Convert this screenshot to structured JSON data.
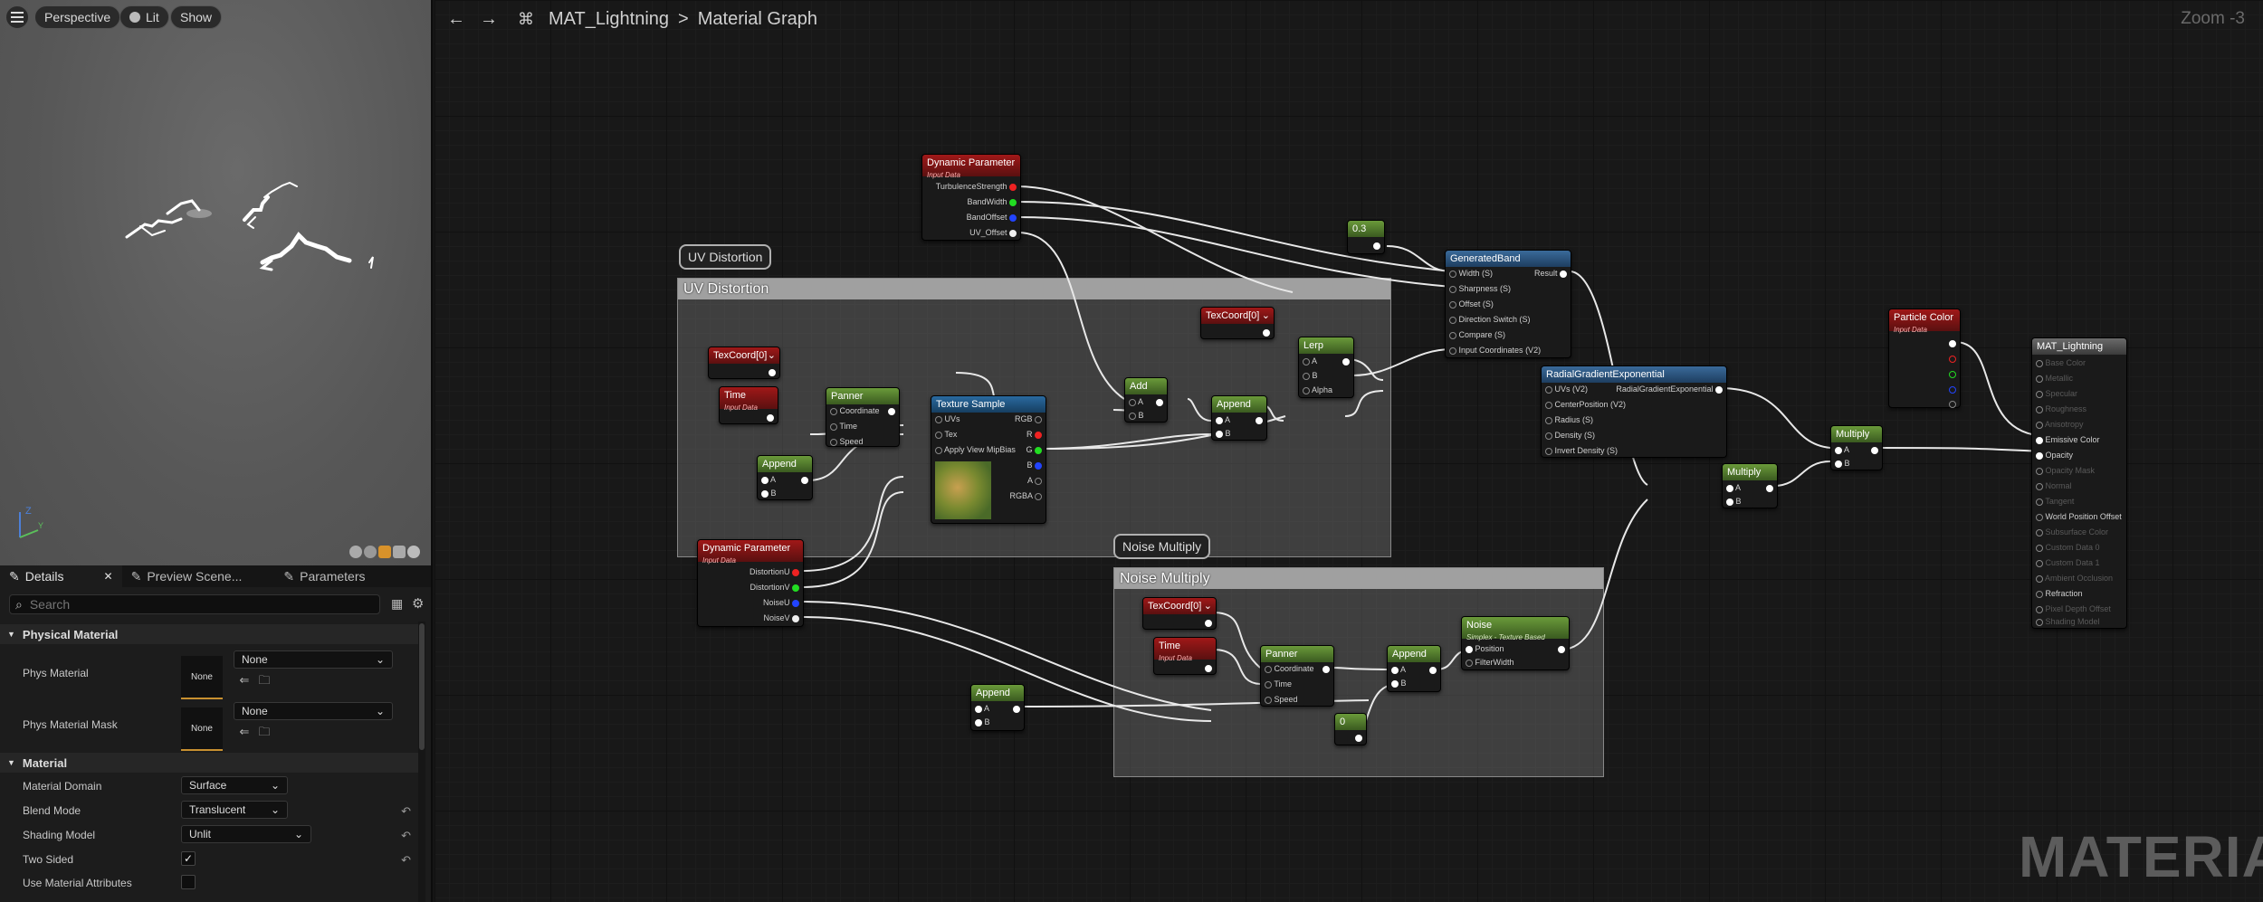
{
  "viewport": {
    "menu_icon": "hamburger-icon",
    "perspective_label": "Perspective",
    "lit_label": "Lit",
    "show_label": "Show",
    "axis_z": "Z",
    "axis_y": "Y"
  },
  "details": {
    "tabs": [
      {
        "label": "Details",
        "icon": "pencil-icon"
      },
      {
        "label": "Preview Scene...",
        "icon": "pencil-icon"
      },
      {
        "label": "Parameters",
        "icon": "pencil-icon"
      }
    ],
    "search_placeholder": "Search",
    "categories": {
      "physical_material": "Physical Material",
      "material": "Material"
    },
    "phys_material": {
      "label": "Phys Material",
      "thumb": "None",
      "value": "None"
    },
    "phys_material_mask": {
      "label": "Phys Material Mask",
      "thumb": "None",
      "value": "None"
    },
    "material_domain": {
      "label": "Material Domain",
      "value": "Surface"
    },
    "blend_mode": {
      "label": "Blend Mode",
      "value": "Translucent"
    },
    "shading_model": {
      "label": "Shading Model",
      "value": "Unlit"
    },
    "two_sided": {
      "label": "Two Sided",
      "checked": true,
      "check": "✓"
    },
    "use_material_attributes": {
      "label": "Use Material Attributes",
      "checked": false
    }
  },
  "graph": {
    "material_name": "MAT_Lightning",
    "breadcrumb_sep": ">",
    "graph_name": "Material Graph",
    "zoom": "Zoom -3",
    "watermark": "MATERIAL",
    "comments": {
      "uv_distortion": "UV Distortion",
      "noise_multiply": "Noise Multiply"
    },
    "nodes": {
      "dyn_param_top": {
        "title": "Dynamic Parameter",
        "subtitle": "Input Data",
        "outputs": [
          "TurbulenceStrength",
          "BandWidth",
          "BandOffset",
          "UV_Offset"
        ]
      },
      "dyn_param_left": {
        "title": "Dynamic Parameter",
        "subtitle": "Input Data",
        "outputs": [
          "DistortionU",
          "DistortionV",
          "NoiseU",
          "NoiseV"
        ]
      },
      "const_03": {
        "title": "0.3"
      },
      "generated_band": {
        "title": "GeneratedBand",
        "inputs": [
          "Width (S)",
          "Sharpness (S)",
          "Offset (S)",
          "Direction Switch (S)",
          "Compare (S)",
          "Input Coordinates (V2)"
        ],
        "output": "Result"
      },
      "radial_gradient": {
        "title": "RadialGradientExponential",
        "inputs": [
          "UVs (V2)",
          "CenterPosition (V2)",
          "Radius (S)",
          "Density (S)",
          "Invert Density (S)"
        ],
        "output": "RadialGradientExponential"
      },
      "texcoord_uv": {
        "title": "TexCoord[0]"
      },
      "time_uv": {
        "title": "Time",
        "subtitle": "Input Data"
      },
      "append_uv": {
        "title": "Append",
        "a": "A",
        "b": "B"
      },
      "panner_uv": {
        "title": "Panner",
        "inputs": [
          "Coordinate",
          "Time",
          "Speed"
        ]
      },
      "texture_sample": {
        "title": "Texture Sample",
        "inputs": [
          "UVs",
          "Tex",
          "Apply View MipBias"
        ],
        "outputs": [
          "RGB",
          "R",
          "G",
          "B",
          "A",
          "RGBA"
        ]
      },
      "add": {
        "title": "Add",
        "a": "A",
        "b": "B"
      },
      "append_mid": {
        "title": "Append",
        "a": "A",
        "b": "B"
      },
      "texcoord_top": {
        "title": "TexCoord[0]"
      },
      "lerp": {
        "title": "Lerp",
        "a": "A",
        "b": "B",
        "alpha": "Alpha"
      },
      "particle_color": {
        "title": "Particle Color",
        "subtitle": "Input Data"
      },
      "multiply_right": {
        "title": "Multiply",
        "a": "A",
        "b": "B"
      },
      "multiply_mid": {
        "title": "Multiply",
        "a": "A",
        "b": "B"
      },
      "mat_lightning": {
        "title": "MAT_Lightning",
        "pins": [
          "Base Color",
          "Metallic",
          "Specular",
          "Roughness",
          "Anisotropy",
          "Emissive Color",
          "Opacity",
          "Opacity Mask",
          "Normal",
          "Tangent",
          "World Position Offset",
          "Subsurface Color",
          "Custom Data 0",
          "Custom Data 1",
          "Ambient Occlusion",
          "Refraction",
          "Pixel Depth Offset",
          "Shading Model"
        ]
      },
      "texcoord_noise": {
        "title": "TexCoord[0]"
      },
      "time_noise": {
        "title": "Time",
        "subtitle": "Input Data"
      },
      "panner_noise": {
        "title": "Panner",
        "inputs": [
          "Coordinate",
          "Time",
          "Speed"
        ]
      },
      "append_noise": {
        "title": "Append",
        "a": "A",
        "b": "B"
      },
      "noise": {
        "title": "Noise",
        "subtitle": "Simplex - Texture Based",
        "inputs": [
          "Position",
          "FilterWidth"
        ]
      },
      "append_bottom": {
        "title": "Append",
        "a": "A",
        "b": "B"
      },
      "const_0": {
        "title": "0"
      }
    }
  }
}
